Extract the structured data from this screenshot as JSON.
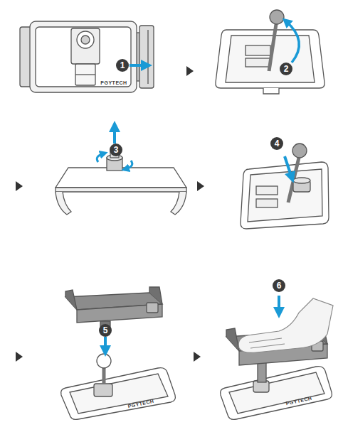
{
  "diagram": {
    "labels": [
      "1",
      "PGYTECH",
      "2",
      "3",
      "4",
      "5",
      "PGYTECH",
      "6",
      "PGYTECH"
    ]
  }
}
